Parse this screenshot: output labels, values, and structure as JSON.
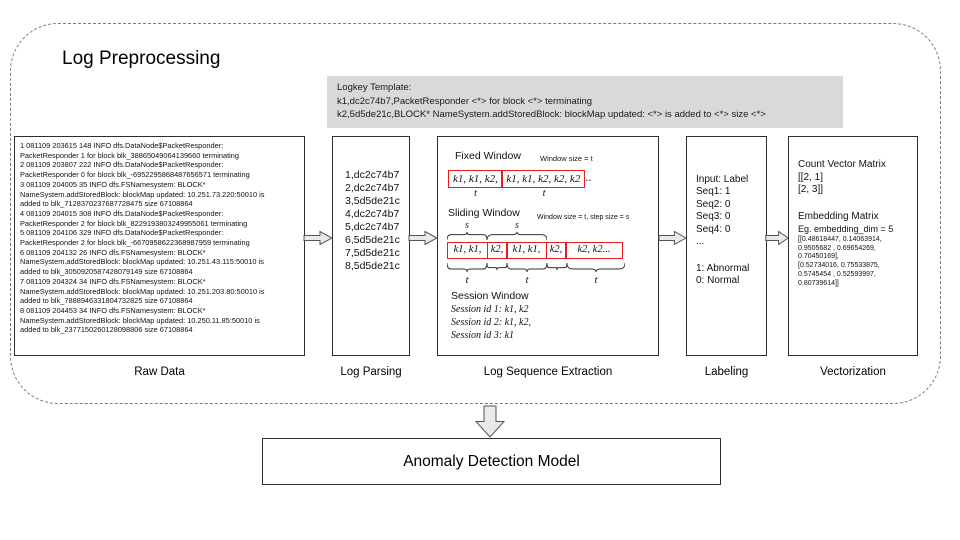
{
  "diagram": {
    "title": "Log Preprocessing",
    "anomaly_model_label": "Anomaly Detection Model",
    "logkey_template": {
      "lines": [
        "Logkey Template:",
        "k1,dc2c74b7,PacketResponder <*> for block <*> terminating",
        "k2,5d5de21c,BLOCK* NameSystem.addStoredBlock: blockMap updated: <*> is added to <*> size <*>"
      ]
    },
    "stages": {
      "raw_data": {
        "label": "Raw Data",
        "lines": [
          "1 081109 203615 148 INFO dfs.DataNode$PacketResponder:",
          "PacketResponder 1 for block blk_38865049064139660 terminating",
          "2 081109 203807 222 INFO dfs.DataNode$PacketResponder:",
          "PacketResponder 0 for block blk_-6952295868487656571 terminating",
          "3 081109 204005 35 INFO dfs.FSNamesystem: BLOCK*",
          "NameSystem.addStoredBlock: blockMap updated: 10.251.73.220:50010 is",
          "added to blk_7128370237687728475 size 67108864",
          "4 081109 204015 308 INFO dfs.DataNode$PacketResponder:",
          "PacketResponder 2 for block blk_8229193803249955061 terminating",
          "5 081109 204106 329 INFO dfs.DataNode$PacketResponder:",
          "PacketResponder 2 for block blk_-6670958622368987959 terminating",
          "6 081109 204132 26 INFO dfs.FSNamesystem: BLOCK*",
          "NameSystem.addStoredBlock: blockMap updated: 10.251.43.115:50010 is",
          "added to blk_3050920587428079149 size 67108864",
          "7 081109 204324 34 INFO dfs.FSNamesystem: BLOCK*",
          "NameSystem.addStoredBlock: blockMap updated: 10.251.203.80:50010 is",
          "added to blk_7888946331804732825 size 67108864",
          "8 081109 204453 34 INFO dfs.FSNamesystem: BLOCK*",
          "NameSystem.addStoredBlock: blockMap updated: 10.250.11.85:50010 is",
          "added to blk_2377150260128098806 size 67108864"
        ]
      },
      "log_parsing": {
        "label": "Log Parsing",
        "entries": [
          "1,dc2c74b7",
          "2,dc2c74b7",
          "3,5d5de21c",
          "4,dc2c74b7",
          "5,dc2c74b7",
          "6,5d5de21c",
          "7,5d5de21c",
          "8,5d5de21c"
        ]
      },
      "log_sequence_extraction": {
        "label": "Log Sequence Extraction",
        "fixed_window": {
          "title": "Fixed Window",
          "note": "Window size = t",
          "window1": "k1, k1, k2,",
          "window2": "k1, k1, k2, k2, k2",
          "ellipsis": "..",
          "size_label": "t"
        },
        "sliding_window": {
          "title": "Sliding Window",
          "note": "Window size = t, step size = s",
          "segments": [
            "k1, k1,",
            "k2,",
            "k1, k1,",
            "k2,",
            "k2, k2..."
          ],
          "step_label": "s",
          "size_label": "t"
        },
        "session_window": {
          "title": "Session Window",
          "sessions": [
            "Session id 1: k1, k2",
            "Session id 2: k1, k2,",
            "Session id 3: k1"
          ]
        }
      },
      "labeling": {
        "label": "Labeling",
        "lines": [
          "Input: Label",
          "Seq1: 1",
          "Seq2: 0",
          "Seq3: 0",
          "Seq4: 0",
          "..."
        ],
        "legend": [
          "1: Abnormal",
          "0: Normal"
        ]
      },
      "vectorization": {
        "label": "Vectorization",
        "count_vector": {
          "title": "Count Vector Matrix",
          "lines": [
            "[[2, 1]",
            "[2, 3]]"
          ]
        },
        "embedding": {
          "title": "Embedding Matrix",
          "note": "Eg. embedding_dim = 5",
          "lines": [
            "[[0.48618447, 0.14063914,",
            "0.9505682 , 0.69654269,",
            "0.70450169],",
            "[0.52734016, 0.75533875,",
            "0.5745454 , 0.52593997,",
            "0.80739614]]"
          ]
        }
      }
    }
  },
  "colors": {
    "highlight_red": "#ea1c1c",
    "template_gray": "#d9d9d9",
    "arrow_fill": "#e9e9e9",
    "box_border": "#2e2e2e",
    "dashed_border": "#7d7d7d"
  }
}
